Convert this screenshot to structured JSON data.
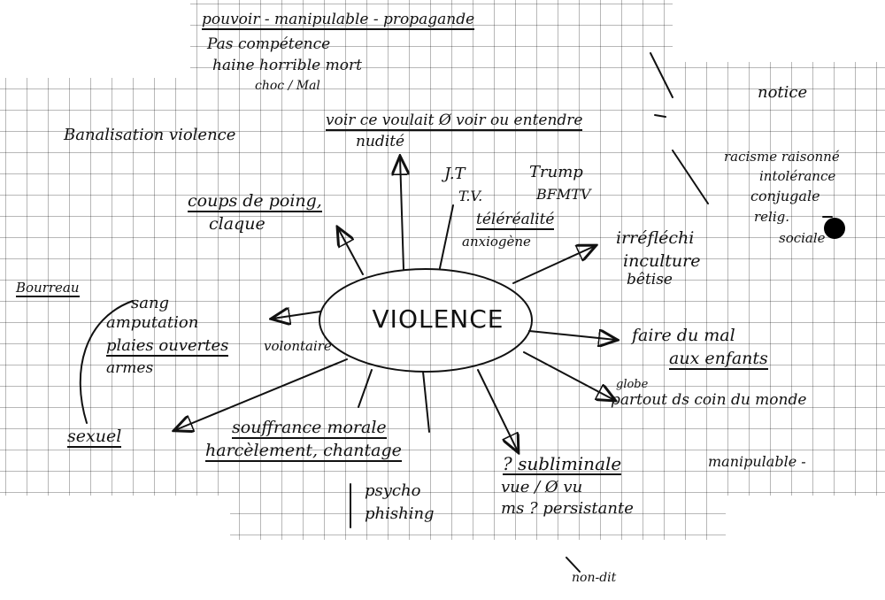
{
  "center": "VIOLENCE",
  "top_left": {
    "line1": "pouvoir - manipulable - propagande",
    "line2": "Pas compétence",
    "line3": "haine horrible mort",
    "line4": "choc / Mal"
  },
  "notes": {
    "banalisation": "Banalisation violence",
    "voir": "voir ce voulait Ø voir ou entendre",
    "nudite": "nudité",
    "jt": "J.T",
    "tv": "T.V.",
    "trump": "Trump",
    "bfmtv": "BFMTV",
    "telerealite": "téléréalité",
    "anxiogene": "anxiogène",
    "notice": "notice",
    "racisme1": "racisme raisonné",
    "racisme2": "intolérance",
    "racisme3": "conjugale",
    "racisme4": "relig.",
    "racisme5": "sociale",
    "coups": "coups de poing,",
    "claque": "claque",
    "irreflechi": "irréfléchi",
    "inculture": "inculture",
    "betise": "bêtise",
    "bourreau": "Bourreau",
    "sang": "sang",
    "amputation": "amputation",
    "plaies": "plaies ouvertes",
    "armes": "armes",
    "volontaire": "volontaire",
    "faire_mal": "faire du mal",
    "enfants": "aux enfants",
    "globe": "globe",
    "coin_monde": "partout ds coin du monde",
    "sexuel": "sexuel",
    "souffrance": "souffrance morale",
    "harcelement": "harcèlement, chantage",
    "psycho": "psycho",
    "phishing": "phishing",
    "subliminale": "? subliminale",
    "manipulable": "manipulable -",
    "vue": "vue / Ø vu",
    "persistante": "ms ? persistante",
    "non_dit": "non-dit"
  }
}
